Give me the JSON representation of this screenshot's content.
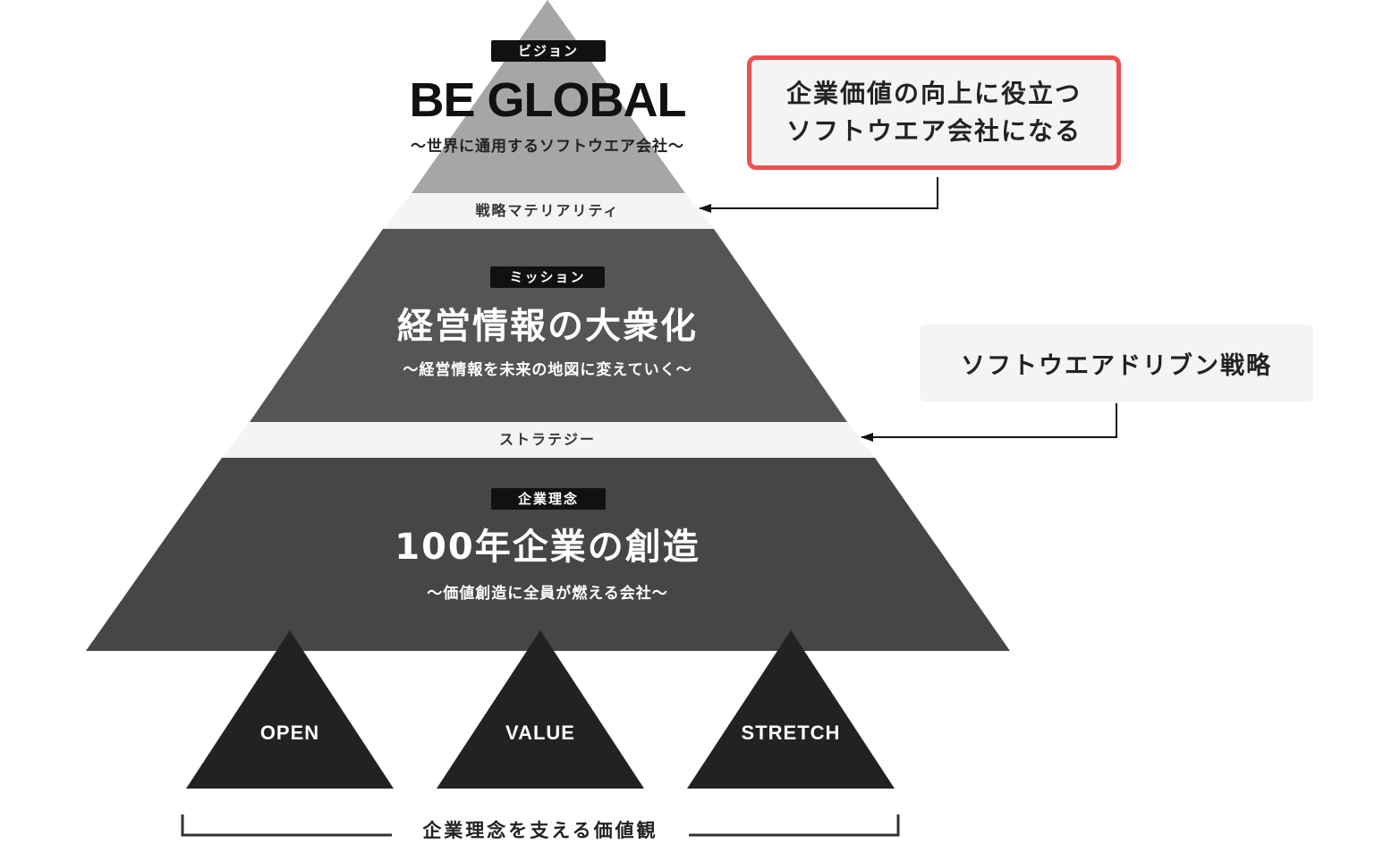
{
  "vision": {
    "tag": "ビジョン",
    "title": "BE GLOBAL",
    "subtitle": "～世界に通用するソフトウエア会社～"
  },
  "band1": {
    "label": "戦略マテリアリティ"
  },
  "mission": {
    "tag": "ミッション",
    "title": "経営情報の大衆化",
    "subtitle": "～経営情報を未来の地図に変えていく～"
  },
  "band2": {
    "label": "ストラテジー"
  },
  "philosophy": {
    "tag": "企業理念",
    "title": "100年企業の創造",
    "subtitle": "～価値創造に全員が燃える会社～"
  },
  "values": [
    {
      "label": "OPEN"
    },
    {
      "label": "VALUE"
    },
    {
      "label": "STRETCH"
    }
  ],
  "values_caption": "企業理念を支える価値観",
  "callouts": {
    "top": "企業価値の向上に役立つ\nソフトウエア会社になる",
    "middle": "ソフトウエアドリブン戦略"
  },
  "colors": {
    "vision_fill": "#a6a6a6",
    "band_fill": "#f4f4f4",
    "mission_fill": "#555555",
    "philosophy_fill": "#464646",
    "value_fill": "#222222",
    "tag_fill": "#111111",
    "highlight_border": "#f05050"
  }
}
